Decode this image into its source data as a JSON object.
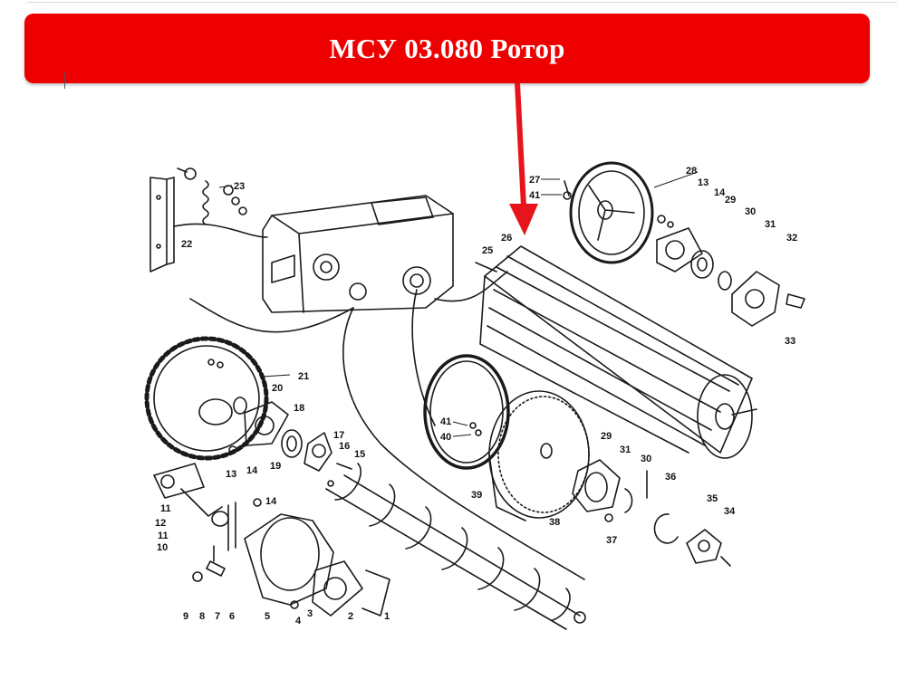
{
  "header": {
    "title": "МСУ 03.080 Ротор"
  },
  "colors": {
    "banner": "#ee0000",
    "arrow": "#e8141b",
    "ink": "#1a1a1a"
  },
  "labels": [
    {
      "id": "p1",
      "text": "1"
    },
    {
      "id": "p2",
      "text": "2"
    },
    {
      "id": "p3",
      "text": "3"
    },
    {
      "id": "p4",
      "text": "4"
    },
    {
      "id": "p5",
      "text": "5"
    },
    {
      "id": "p6",
      "text": "6"
    },
    {
      "id": "p7",
      "text": "7"
    },
    {
      "id": "p8",
      "text": "8"
    },
    {
      "id": "p9",
      "text": "9"
    },
    {
      "id": "p10",
      "text": "10"
    },
    {
      "id": "p11a",
      "text": "11"
    },
    {
      "id": "p11b",
      "text": "11"
    },
    {
      "id": "p12",
      "text": "12"
    },
    {
      "id": "p13a",
      "text": "13"
    },
    {
      "id": "p13b",
      "text": "13"
    },
    {
      "id": "p14a",
      "text": "14"
    },
    {
      "id": "p14b",
      "text": "14"
    },
    {
      "id": "p14c",
      "text": "14"
    },
    {
      "id": "p15",
      "text": "15"
    },
    {
      "id": "p16",
      "text": "16"
    },
    {
      "id": "p17",
      "text": "17"
    },
    {
      "id": "p18",
      "text": "18"
    },
    {
      "id": "p19",
      "text": "19"
    },
    {
      "id": "p20",
      "text": "20"
    },
    {
      "id": "p21",
      "text": "21"
    },
    {
      "id": "p22",
      "text": "22"
    },
    {
      "id": "p23",
      "text": "23"
    },
    {
      "id": "p25",
      "text": "25"
    },
    {
      "id": "p26",
      "text": "26"
    },
    {
      "id": "p27",
      "text": "27"
    },
    {
      "id": "p28",
      "text": "28"
    },
    {
      "id": "p29a",
      "text": "29"
    },
    {
      "id": "p29b",
      "text": "29"
    },
    {
      "id": "p30a",
      "text": "30"
    },
    {
      "id": "p30b",
      "text": "30"
    },
    {
      "id": "p31a",
      "text": "31"
    },
    {
      "id": "p31b",
      "text": "31"
    },
    {
      "id": "p32",
      "text": "32"
    },
    {
      "id": "p33",
      "text": "33"
    },
    {
      "id": "p34",
      "text": "34"
    },
    {
      "id": "p35",
      "text": "35"
    },
    {
      "id": "p36",
      "text": "36"
    },
    {
      "id": "p37",
      "text": "37"
    },
    {
      "id": "p38",
      "text": "38"
    },
    {
      "id": "p39",
      "text": "39"
    },
    {
      "id": "p40",
      "text": "40"
    },
    {
      "id": "p41a",
      "text": "41"
    },
    {
      "id": "p41b",
      "text": "41"
    }
  ]
}
